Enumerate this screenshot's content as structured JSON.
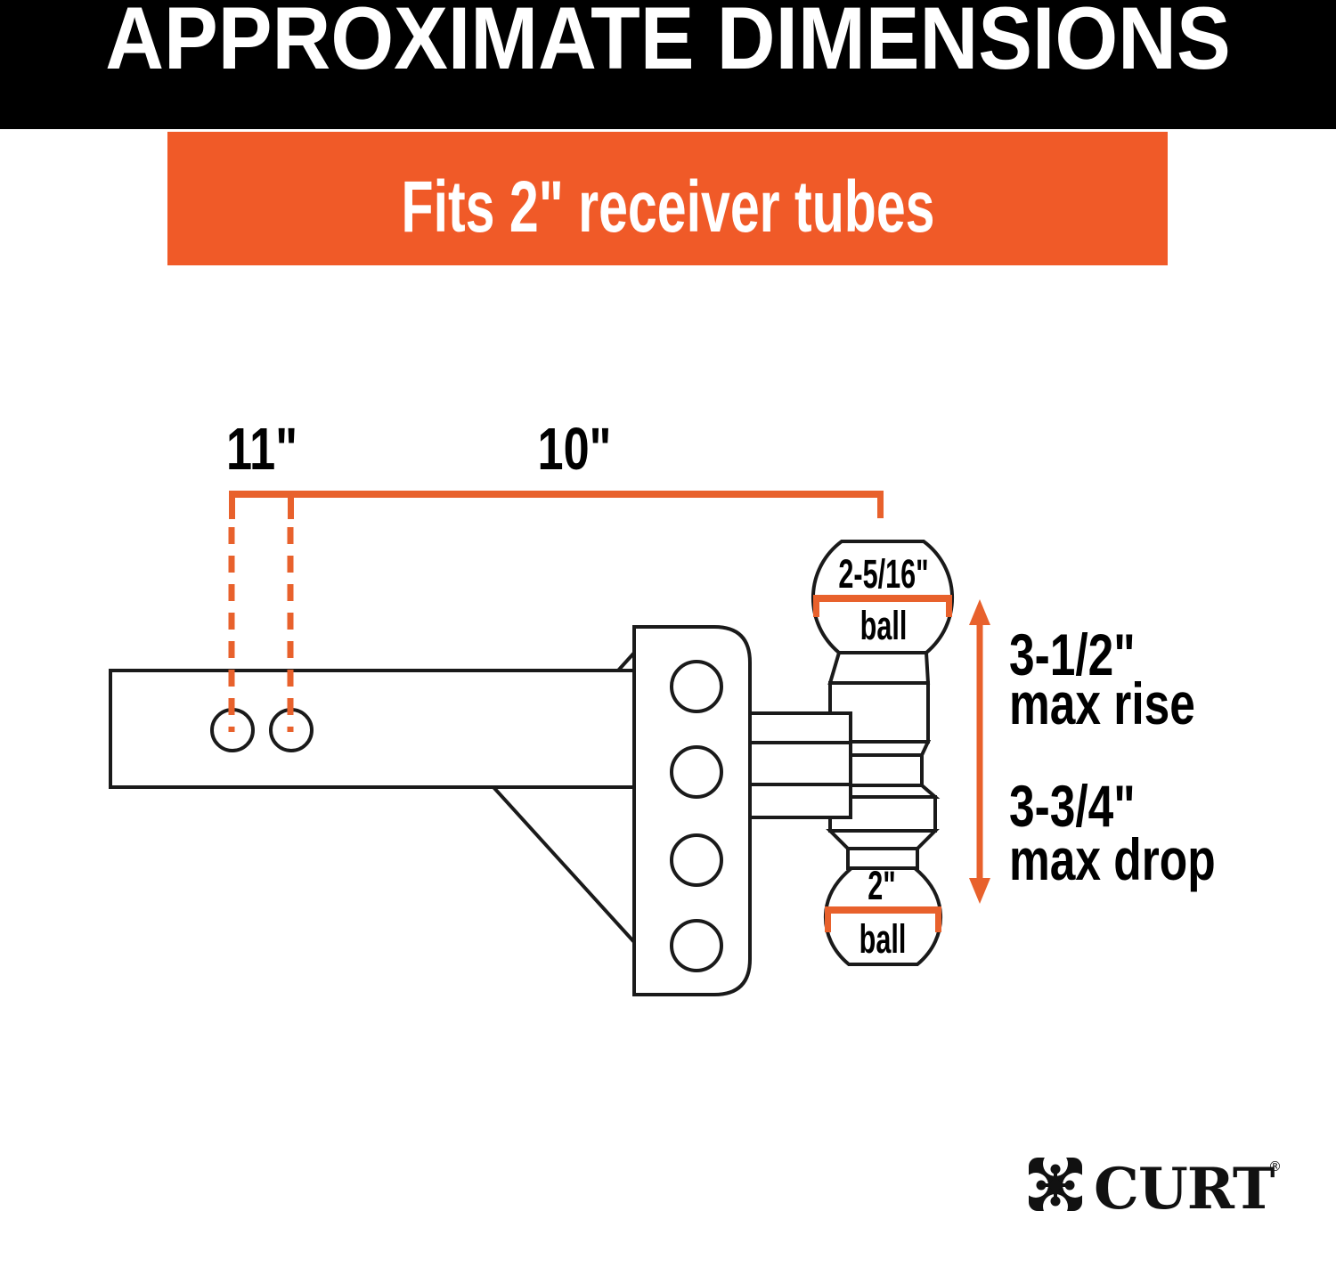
{
  "header": {
    "title": "APPROXIMATE DIMENSIONS"
  },
  "banner": {
    "text": "Fits 2\" receiver tubes"
  },
  "diagram": {
    "dim_left": "11\"",
    "dim_right": "10\"",
    "top_ball": {
      "size": "2-5/16\"",
      "word": "ball"
    },
    "bottom_ball": {
      "size": "2\"",
      "word": "ball"
    },
    "rise": {
      "value": "3-1/2\"",
      "label": "max rise"
    },
    "drop": {
      "value": "3-3/4\"",
      "label": "max drop"
    }
  },
  "logo": {
    "brand": "CURT",
    "registered": "®"
  },
  "colors": {
    "banner_orange": "#F05A28",
    "dimension_orange": "#E8612C",
    "ink": "#1A1A1A",
    "header_black": "#000000"
  }
}
